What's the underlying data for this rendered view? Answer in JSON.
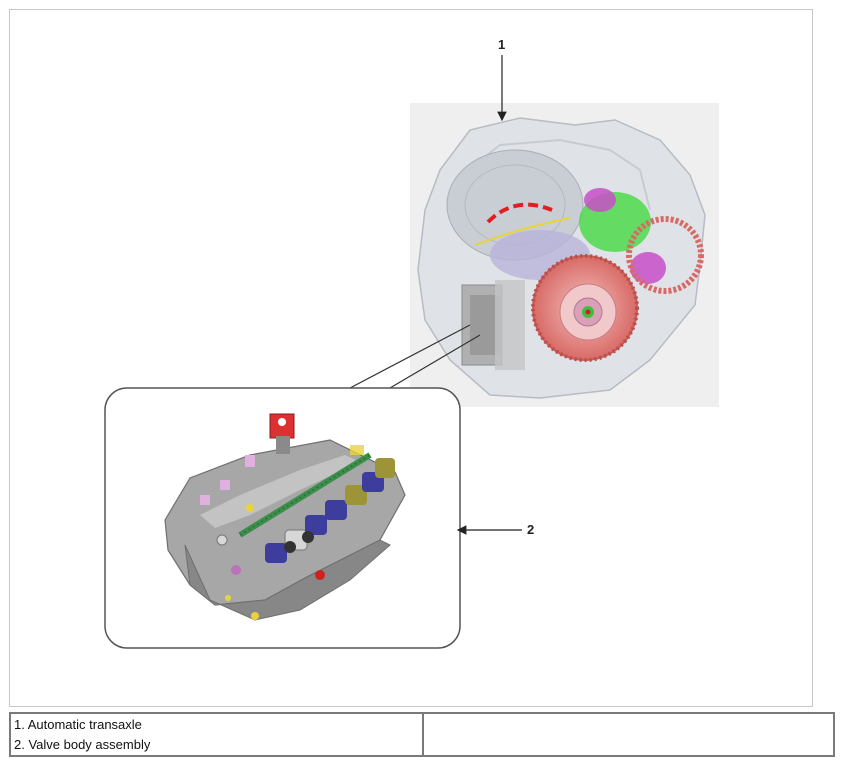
{
  "callouts": {
    "c1": "1",
    "c2": "2"
  },
  "legend": {
    "items": [
      {
        "text": "1. Automatic transaxle"
      },
      {
        "text": "2. Valve body assembly"
      }
    ],
    "right": ""
  },
  "colors": {
    "housing": "#d9dde2",
    "clutch_drum": "#e07d78",
    "gear_green": "#4fd94a",
    "gear_magenta": "#c84fc8",
    "valve_body": "#9a9a9a",
    "solenoid_blue": "#3d3d9e",
    "solenoid_olive": "#9c9437"
  }
}
